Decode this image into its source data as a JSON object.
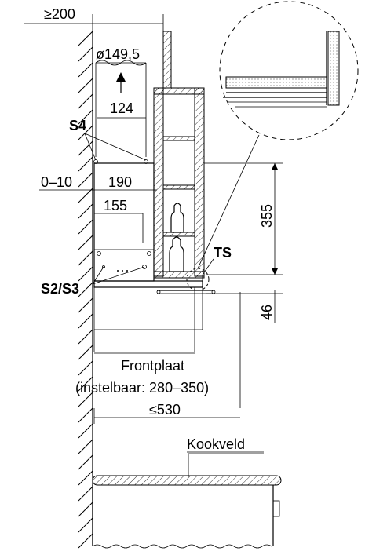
{
  "labels": {
    "min_distance": "≥200",
    "duct_diameter": "ø149,5",
    "dim_124": "124",
    "s4": "S4",
    "offset": "0–10",
    "dim_190": "190",
    "dim_155": "155",
    "s2s3": "S2/S3",
    "ts": "TS",
    "dim_355": "355",
    "dim_46": "46",
    "front_plate": "Frontplaat",
    "adjustable": "(instelbaar: 280–350)",
    "max_width": "≤530",
    "hob": "Kookveld"
  }
}
